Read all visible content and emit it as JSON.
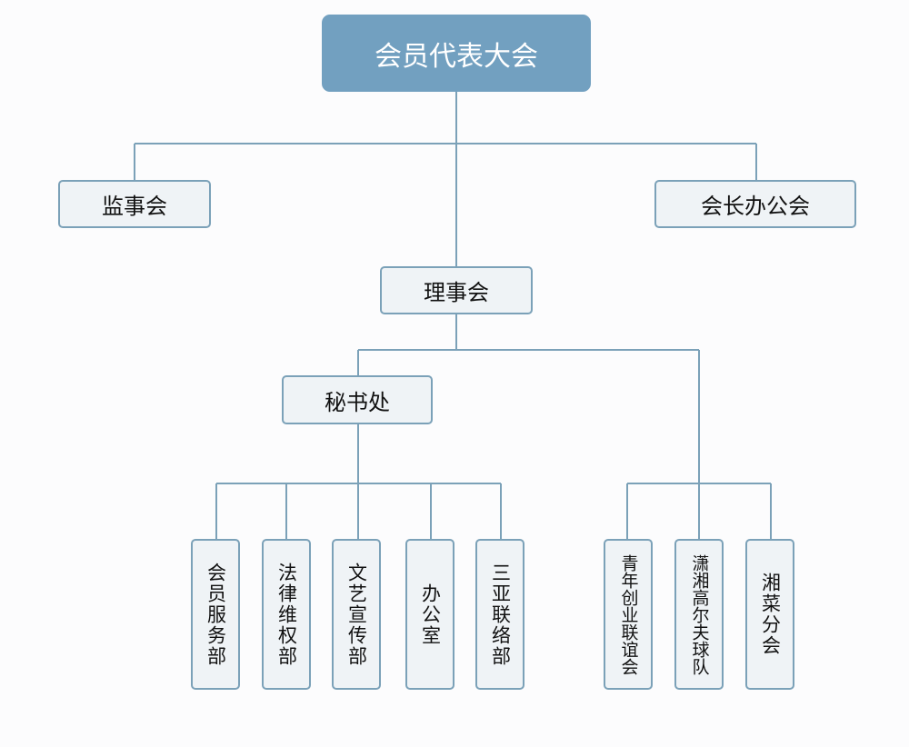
{
  "colors": {
    "line": "#7ba1b8",
    "top_fill": "#72a0c0",
    "box_fill": "#eff3f6",
    "box_border": "#7ba1b8"
  },
  "org": {
    "root": "会员代表大会",
    "supervisory": "监事会",
    "president_office": "会长办公会",
    "council": "理事会",
    "secretariat": "秘书处",
    "departments": [
      "会员服务部",
      "法律维权部",
      "文艺宣传部",
      "办公室",
      "三亚联络部"
    ],
    "branches": [
      "青年创业联谊会",
      "潇湘高尔夫球队",
      "湘菜分会"
    ]
  }
}
